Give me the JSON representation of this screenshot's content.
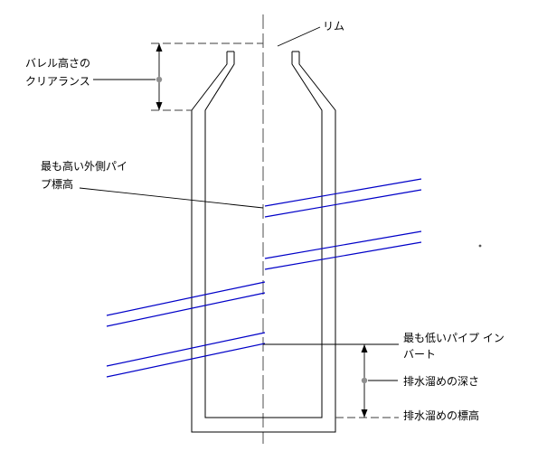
{
  "diagram": {
    "title_hint": "manhole-profile-structure-diagram",
    "labels": {
      "rim": "リム",
      "barrel_clearance": [
        "バレル高さの",
        "クリアランス"
      ],
      "highest_pipe": [
        "最も高い外側パイ",
        "プ標高"
      ],
      "lowest_pipe_invert": [
        "最も低いパイプ イン",
        "バート"
      ],
      "sump_depth": "排水溜めの深さ",
      "sump_elevation": "排水溜めの標高"
    },
    "colors": {
      "background": "#ffffff",
      "structure_line": "#000000",
      "pipe_line": "#0000c8",
      "dimension_line": "#3c3c3c",
      "marker_dot": "#8f8f8f"
    }
  }
}
